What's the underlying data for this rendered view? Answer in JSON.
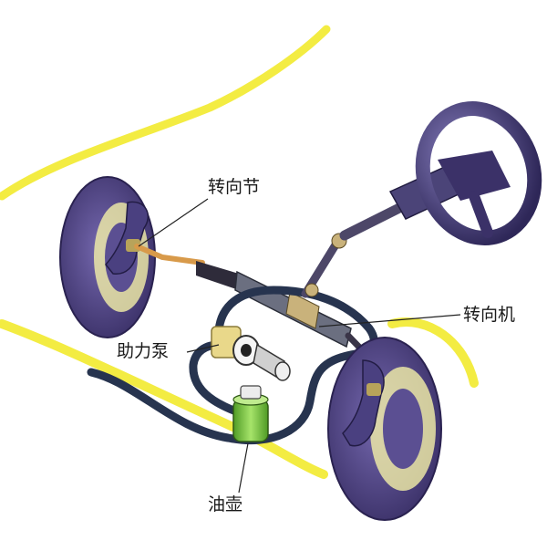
{
  "labels": {
    "steering_knuckle": "转向节",
    "steering_gear": "转向机",
    "power_pump": "助力泵",
    "oil_reservoir": "油壶"
  },
  "colors": {
    "body_outline": "#f2ea2e",
    "tire": "#5b4f92",
    "tire_dark": "#3b3168",
    "rim": "#f4f0a8",
    "hose": "#27344f",
    "reservoir": "#7ccd3f",
    "pump": "#e9d88a"
  }
}
